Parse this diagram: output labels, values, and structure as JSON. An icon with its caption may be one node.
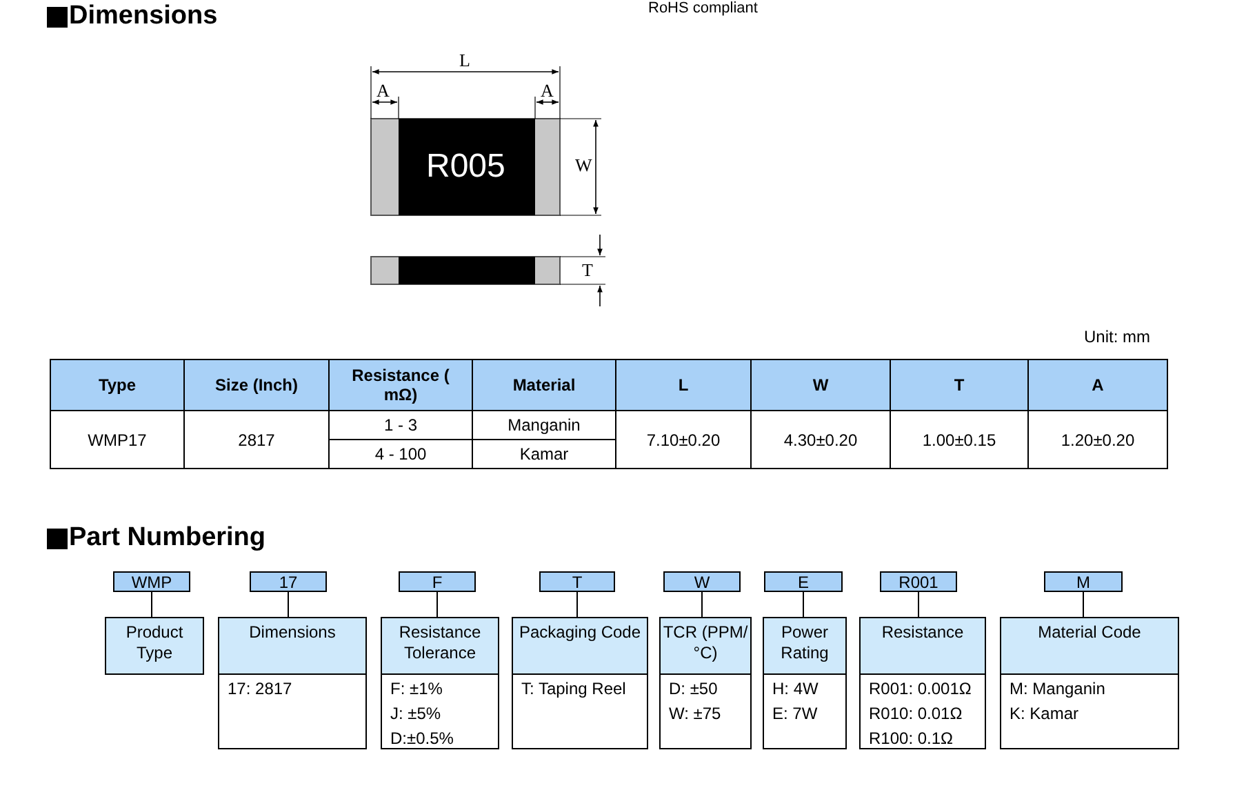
{
  "diagram": {
    "nodes": [
      {
        "text": [
          "WMP"
        ]
      },
      {
        "text": [
          "17"
        ]
      },
      {
        "text": [
          "F"
        ]
      },
      {
        "text": [
          "T"
        ]
      },
      {
        "text": [
          "W"
        ]
      },
      {
        "text": [
          "E"
        ]
      },
      {
        "text": [
          "R001"
        ]
      },
      {
        "text": [
          "M"
        ]
      },
      {
        "text": [
          "Product Type"
        ]
      },
      {
        "text": [
          "Dimensions",
          "17: 2817"
        ]
      },
      {
        "text": [
          "Resistance Tolerance",
          "F: ±1%",
          "J: ±5%",
          "D:±0.5%"
        ]
      },
      {
        "text": [
          "Packaging Code",
          "T: Taping Reel"
        ]
      },
      {
        "text": [
          "TCR (PPM/°C)",
          "D: ±50",
          "W: ±75"
        ]
      },
      {
        "text": [
          "Power Rating",
          "H: 4W",
          "E: 7W"
        ]
      },
      {
        "text": [
          "Resistance",
          "R001: 0.001Ω",
          "R010: 0.01Ω",
          "R100: 0.1Ω"
        ]
      },
      {
        "text": [
          "Material Code",
          "M: Manganin",
          "K: Kamar"
        ]
      }
    ],
    "edges": [
      {
        "from": 0,
        "to": 8,
        "arrow": "none"
      },
      {
        "from": 1,
        "to": 9,
        "arrow": "none"
      },
      {
        "from": 2,
        "to": 10,
        "arrow": "none"
      },
      {
        "from": 3,
        "to": 11,
        "arrow": "none"
      },
      {
        "from": 4,
        "to": 12,
        "arrow": "none"
      },
      {
        "from": 5,
        "to": 13,
        "arrow": "none"
      },
      {
        "from": 6,
        "to": 14,
        "arrow": "none"
      },
      {
        "from": 7,
        "to": 15,
        "arrow": "none"
      }
    ],
    "labels": [
      "Dimensions",
      "RoHS compliant",
      "L",
      "A",
      "A",
      "R005",
      "W",
      "T",
      "Unit: mm",
      "Type",
      "Size (Inch)",
      "Resistance ( mΩ)",
      "Material",
      "L",
      "W",
      "T",
      "A",
      "WMP17",
      "2817",
      "1 - 3",
      "Manganin",
      "7.10±0.20",
      "4.30±0.20",
      "1.00±0.15",
      "1.20±0.20",
      "4 - 100",
      "Kamar",
      "Part Numbering"
    ]
  }
}
